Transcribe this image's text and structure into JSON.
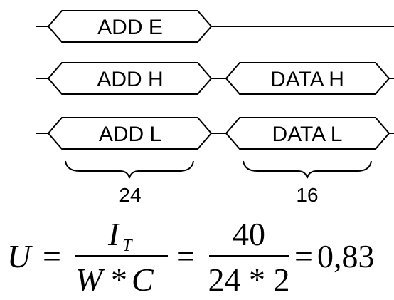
{
  "timing": {
    "row1": {
      "field1": "ADD E"
    },
    "row2": {
      "field1": "ADD H",
      "field2": "DATA H"
    },
    "row3": {
      "field1": "ADD L",
      "field2": "DATA L"
    }
  },
  "braces": {
    "left_label": "24",
    "right_label": "16"
  },
  "formula": {
    "lhs": "U",
    "eq1": "=",
    "num1_main": "I",
    "num1_sub": "T",
    "den1_w": "W",
    "den1_star": "*",
    "den1_c": "C",
    "eq2": "=",
    "num2": "40",
    "den2": "24 * 2",
    "eq3": "=",
    "result": "0,83"
  }
}
